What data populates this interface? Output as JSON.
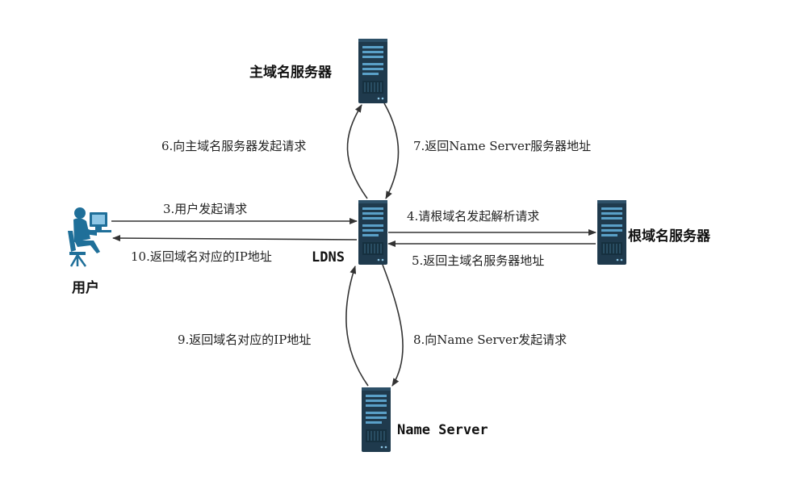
{
  "nodes": {
    "main_server": "主域名服务器",
    "root_server": "根域名服务器",
    "ldns": "LDNS",
    "name_server": "Name Server",
    "user": "用户"
  },
  "steps": {
    "s3": "3.用户发起请求",
    "s4": "4.请根域名发起解析请求",
    "s5": "5.返回主域名服务器地址",
    "s6": "6.向主域名服务器发起请求",
    "s7": "7.返回Name Server服务器地址",
    "s8": "8.向Name Server发起请求",
    "s9": "9.返回域名对应的IP地址",
    "s10": "10.返回域名对应的IP地址"
  },
  "colors": {
    "server_body": "#1f3a4d",
    "server_accent": "#5aa0c8",
    "user_figure": "#1f6f99",
    "arrow": "#333333"
  },
  "icons": {
    "server": "server-rack-icon",
    "user": "user-at-computer-icon"
  }
}
